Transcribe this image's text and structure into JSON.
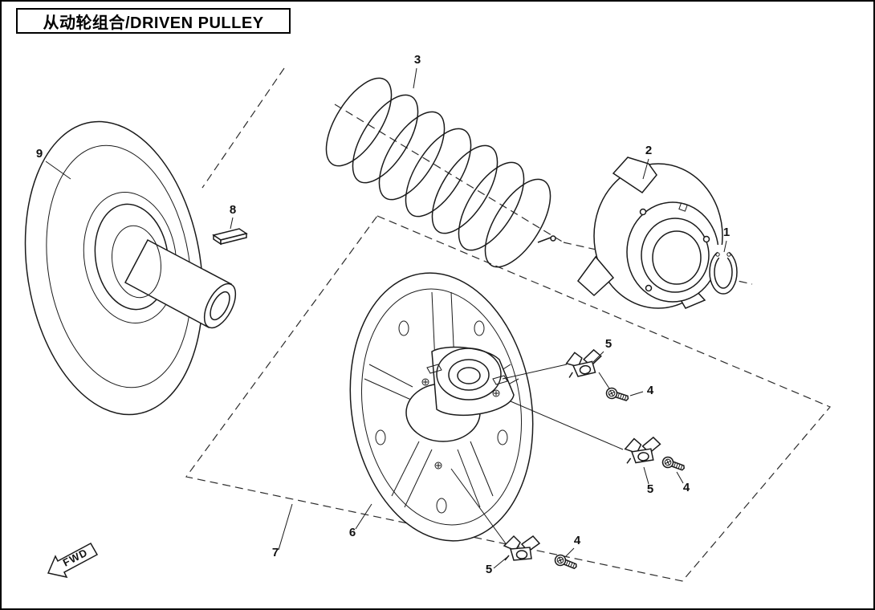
{
  "page": {
    "title": "从动轮组合/DRIVEN PULLEY",
    "fwd_label": "FWD"
  },
  "callouts": [
    {
      "label": "1"
    },
    {
      "label": "2"
    },
    {
      "label": "3"
    },
    {
      "label": "4"
    },
    {
      "label": "4"
    },
    {
      "label": "4"
    },
    {
      "label": "5"
    },
    {
      "label": "5"
    },
    {
      "label": "5"
    },
    {
      "label": "6"
    },
    {
      "label": "7"
    },
    {
      "label": "8"
    },
    {
      "label": "9"
    }
  ],
  "colors": {
    "line": "#1a1a1a",
    "background": "#ffffff"
  }
}
